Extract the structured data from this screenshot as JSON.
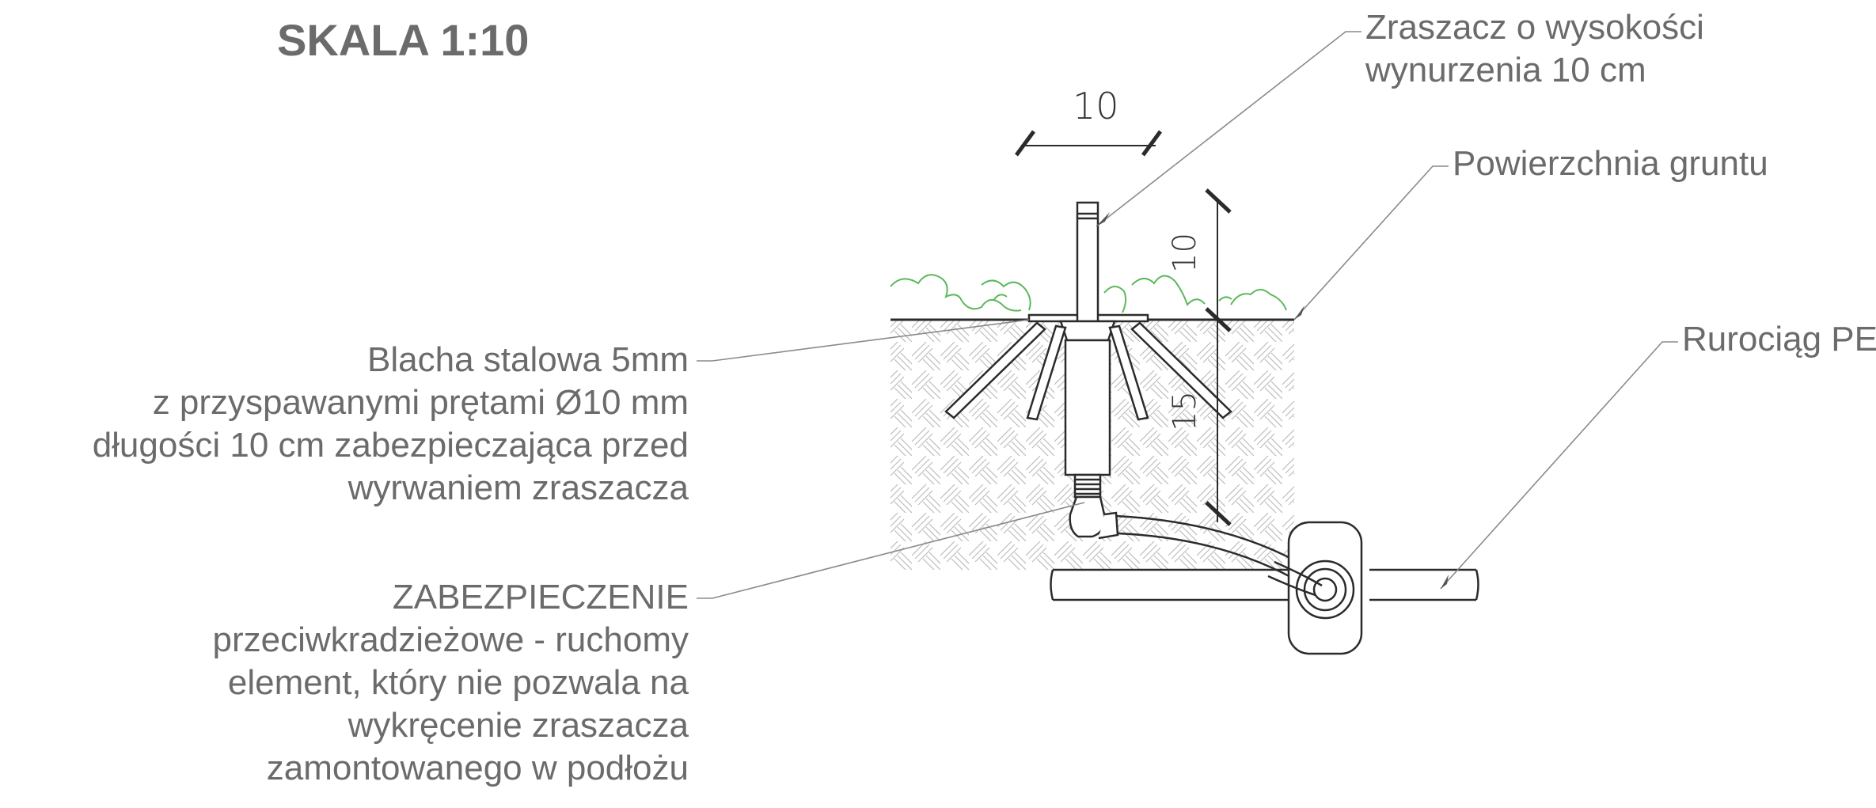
{
  "title": "SKALA 1:10",
  "labels": {
    "sprinkler": [
      "Zraszacz o wysokości",
      "wynurzenia 10 cm"
    ],
    "ground": [
      "Powierzchnia gruntu"
    ],
    "pipeline": [
      "Rurociąg PE"
    ],
    "plate": [
      "Blacha stalowa 5mm",
      "z przyspawanymi prętami Ø10 mm",
      "długości 10 cm zabezpieczająca przed",
      "wyrwaniem zraszacza"
    ],
    "security": [
      "ZABEZPIECZENIE",
      "przeciwkradzieżowe - ruchomy",
      "element, który nie pozwala na",
      "wykręcenie zraszacza",
      "zamontowanego w podłożu"
    ]
  },
  "dimensions": {
    "width_top": "10",
    "height_above": "10",
    "depth_below": "15"
  },
  "colors": {
    "text": "#6b6b6b",
    "line": "#2b2b2b",
    "grass": "#5cb85c",
    "hatch": "#bdbdbd",
    "leader": "#8a8a8a"
  }
}
